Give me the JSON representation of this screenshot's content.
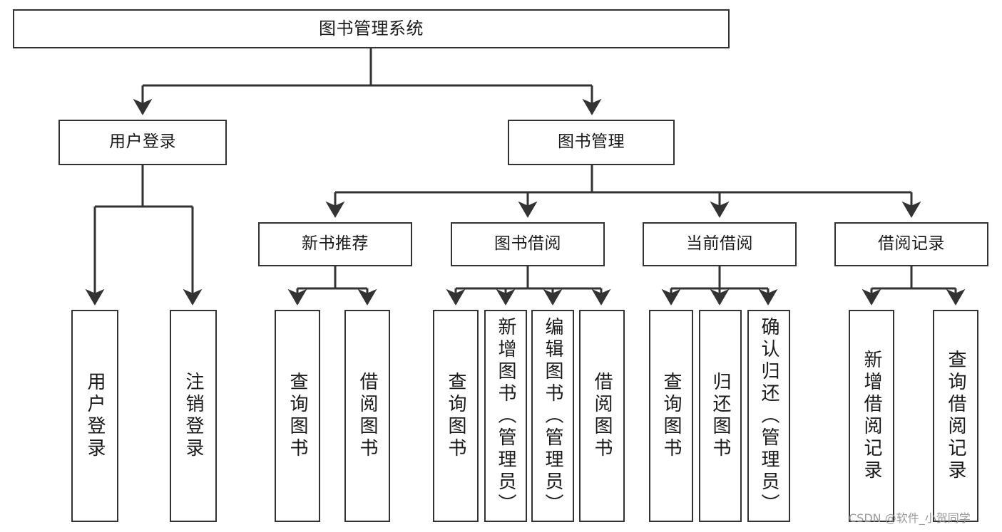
{
  "diagram": {
    "title": "图书管理系统",
    "type": "tree-hierarchy",
    "root": {
      "id": "root",
      "label": "图书管理系统"
    },
    "level2": [
      {
        "id": "user-login",
        "label": "用户登录"
      },
      {
        "id": "book-management",
        "label": "图书管理"
      }
    ],
    "level3": [
      {
        "id": "new-book-recommend",
        "label": "新书推荐",
        "parent": "book-management"
      },
      {
        "id": "book-borrow",
        "label": "图书借阅",
        "parent": "book-management"
      },
      {
        "id": "current-borrow",
        "label": "当前借阅",
        "parent": "book-management"
      },
      {
        "id": "borrow-record",
        "label": "借阅记录",
        "parent": "book-management"
      }
    ],
    "leaves": [
      {
        "id": "leaf-user-login",
        "label": "用户登录",
        "parent": "user-login"
      },
      {
        "id": "leaf-logout-login",
        "label": "注销登录",
        "parent": "user-login"
      },
      {
        "id": "leaf-query-book-1",
        "label": "查询图书",
        "parent": "new-book-recommend"
      },
      {
        "id": "leaf-borrow-book-1",
        "label": "借阅图书",
        "parent": "new-book-recommend"
      },
      {
        "id": "leaf-query-book-2",
        "label": "查询图书",
        "parent": "book-borrow"
      },
      {
        "id": "leaf-add-book",
        "label": "新增图书（管理员）",
        "parent": "book-borrow"
      },
      {
        "id": "leaf-edit-book",
        "label": "编辑图书（管理员）",
        "parent": "book-borrow"
      },
      {
        "id": "leaf-borrow-book-2",
        "label": "借阅图书",
        "parent": "book-borrow"
      },
      {
        "id": "leaf-query-book-3",
        "label": "查询图书",
        "parent": "current-borrow"
      },
      {
        "id": "leaf-return-book",
        "label": "归还图书",
        "parent": "current-borrow"
      },
      {
        "id": "leaf-confirm-return",
        "label": "确认归还（管理员）",
        "parent": "current-borrow"
      },
      {
        "id": "leaf-add-record",
        "label": "新增借阅记录",
        "parent": "borrow-record"
      },
      {
        "id": "leaf-query-record",
        "label": "查询借阅记录",
        "parent": "borrow-record"
      }
    ],
    "colors": {
      "stroke": "#333333",
      "box_fill": "#ffffff",
      "text": "#1a1a1a",
      "watermark": "#9a9a9a",
      "background": "#ffffff"
    }
  },
  "watermark": {
    "text": "CSDN @软件_小贺同学"
  }
}
